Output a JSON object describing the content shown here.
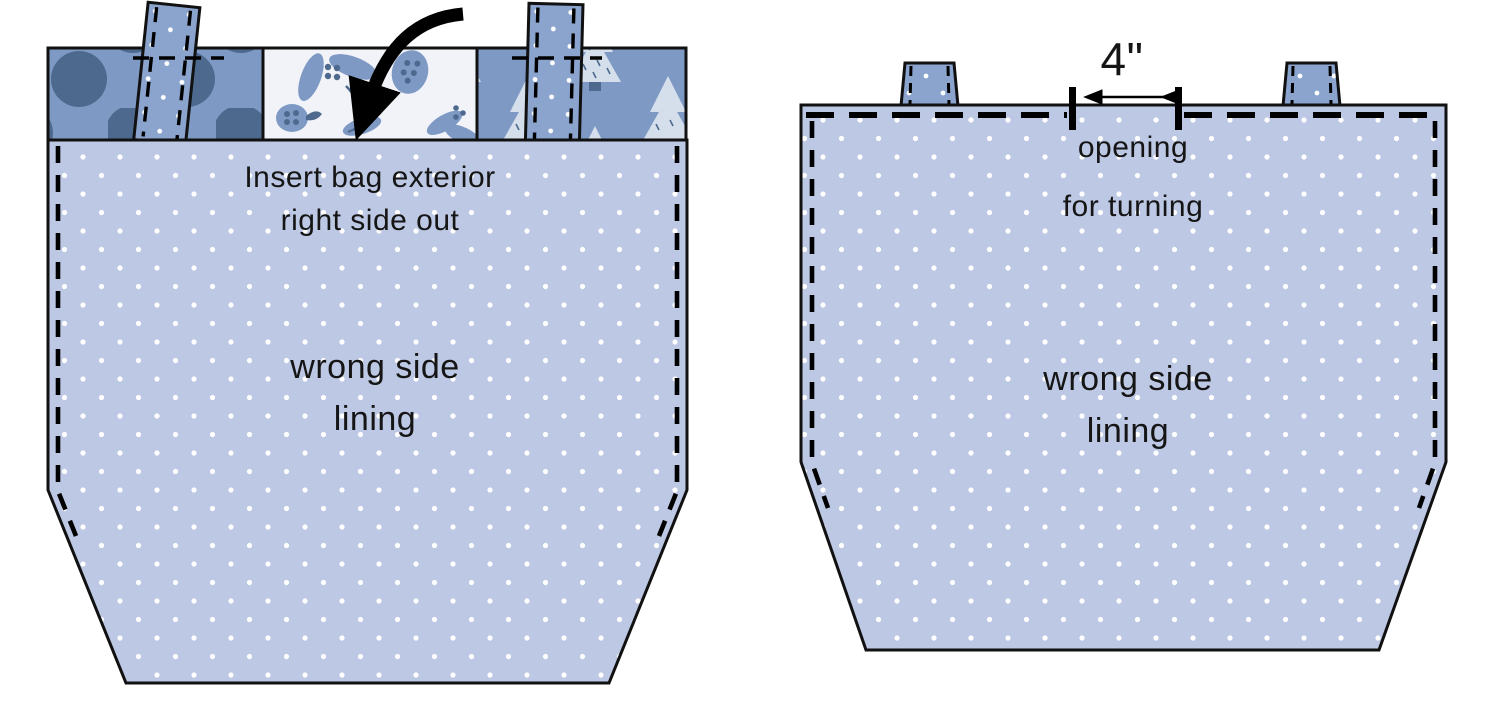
{
  "left_bag": {
    "instruction": [
      "Insert bag exterior",
      "right side out"
    ],
    "label": [
      "wrong side",
      "lining"
    ],
    "fabric_panels": [
      "polka-dot",
      "floral",
      "trees"
    ]
  },
  "right_bag": {
    "measurement": "4\"",
    "opening_label": [
      "opening",
      "for turning"
    ],
    "label": [
      "wrong side",
      "lining"
    ]
  },
  "colors": {
    "lining": "#bdc8e4",
    "lining_dot": "#ffffff",
    "strap": "#8aa4ce",
    "polka_bg": "#7e99c4",
    "polka_dot": "#4d6a8e",
    "floral_bg": "#f1f3f8",
    "floral_motif": "#7e99c4",
    "floral_detail": "#4d6a8e",
    "tree_bg": "#7e99c4",
    "tree": "#d4dfeb",
    "tree_detail": "#4d6a8e",
    "outline": "#111111"
  }
}
